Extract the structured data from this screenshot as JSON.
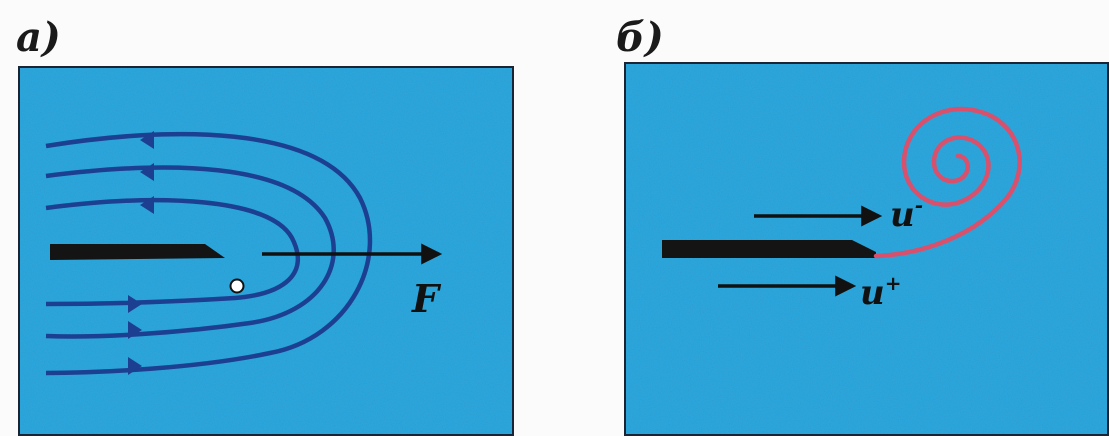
{
  "colors": {
    "water": "#2aa6dc",
    "field_lines": "#1c3f91",
    "vortex": "#d8506b",
    "body": "#141414",
    "arrows": "#111111"
  },
  "panels": [
    {
      "label": "а)",
      "force_label": "F"
    },
    {
      "label": "б)",
      "velocity_upper": "u",
      "velocity_upper_sign": "-",
      "velocity_lower": "u",
      "velocity_lower_sign": "+"
    }
  ]
}
